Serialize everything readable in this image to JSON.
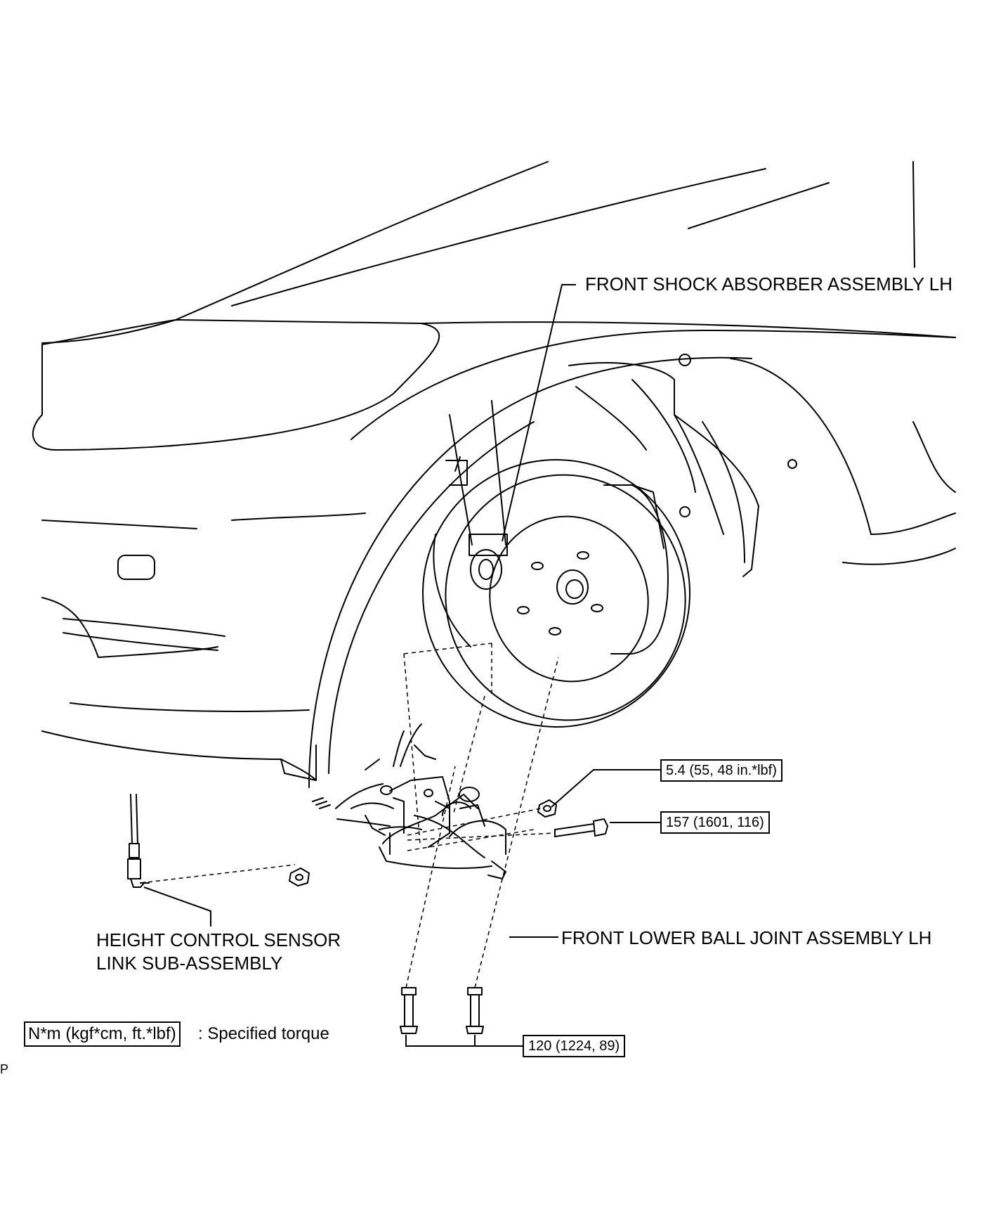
{
  "labels": {
    "shock_absorber": "FRONT SHOCK ABSORBER ASSEMBLY LH",
    "ball_joint": "FRONT LOWER BALL JOINT ASSEMBLY LH",
    "height_sensor_line1": "HEIGHT CONTROL SENSOR",
    "height_sensor_line2": "LINK SUB-ASSEMBLY"
  },
  "torques": {
    "nut": "5.4 (55, 48 in.*lbf)",
    "bolt": "157 (1601, 116)",
    "lower_bolts": "120 (1224, 89)"
  },
  "legend": {
    "unit_box": "N*m (kgf*cm, ft.*lbf)",
    "text": ": Specified torque"
  },
  "corner_mark": "P"
}
